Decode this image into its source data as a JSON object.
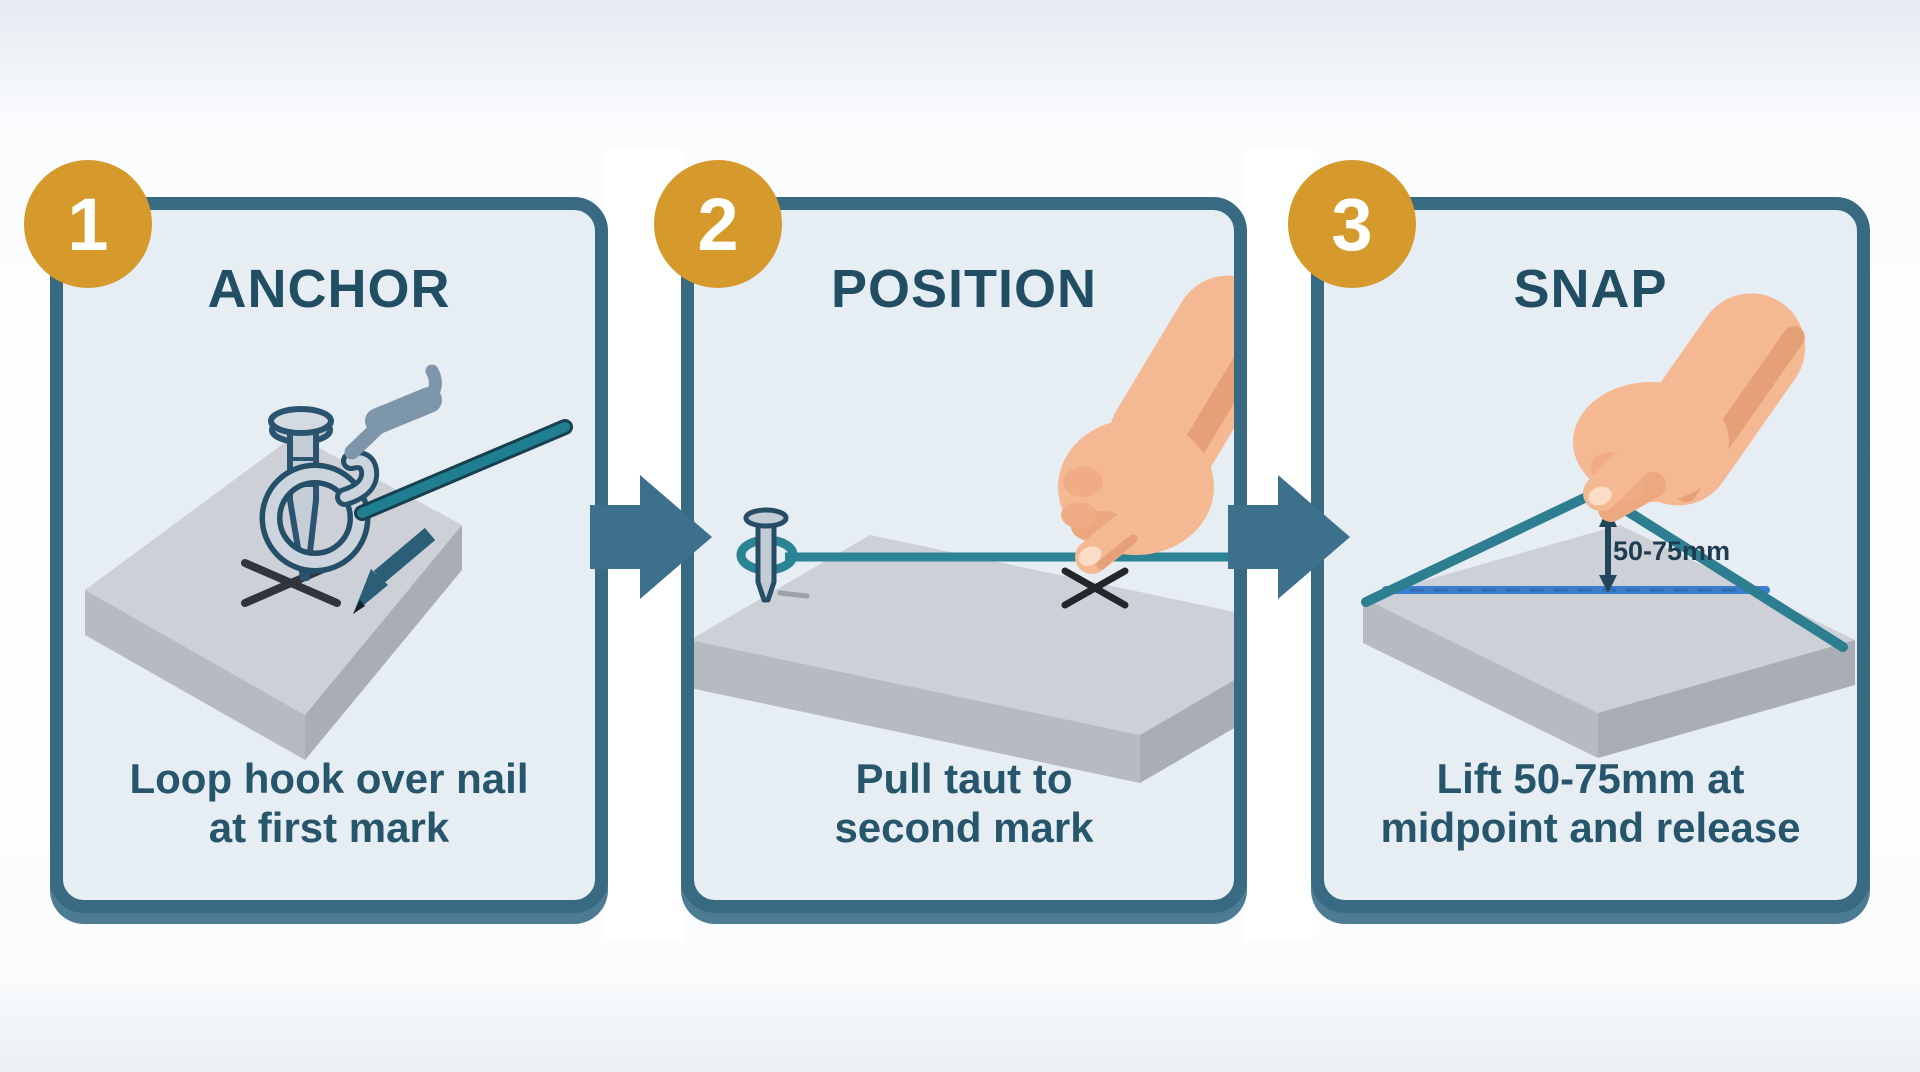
{
  "steps": [
    {
      "number": "1",
      "title": "ANCHOR",
      "caption_line1": "Loop hook over nail",
      "caption_line2": "at first mark",
      "icons": [
        "nail-icon",
        "hook-icon",
        "hammer-icon",
        "pencil-icon",
        "chalk-line",
        "surface-slab",
        "x-mark"
      ]
    },
    {
      "number": "2",
      "title": "POSITION",
      "caption_line1": "Pull taut to",
      "caption_line2": "second mark",
      "icons": [
        "nail-icon",
        "chalk-line",
        "hand-illustration",
        "surface-slab",
        "x-mark"
      ]
    },
    {
      "number": "3",
      "title": "SNAP",
      "caption_line1": "Lift 50-75mm at",
      "caption_line2": "midpoint and release",
      "icons": [
        "lifted-chalk-line",
        "hand-illustration",
        "surface-slab",
        "chalk-mark-line",
        "measurement-arrow-icon"
      ]
    }
  ],
  "measurement_label": "50-75mm",
  "colors": {
    "badge_orange": "#d6992c",
    "panel_border_teal": "#386a81",
    "panel_background": "#e6edf3",
    "arrow_teal": "#3d708a",
    "chalk_line_teal": "#1f7e8f",
    "chalk_mark_blue": "#3b7ecd",
    "title_text": "#224e64",
    "caption_text": "#27566c",
    "slab_gray": "#cdd0d6",
    "hand_skin": "#f4b893"
  }
}
